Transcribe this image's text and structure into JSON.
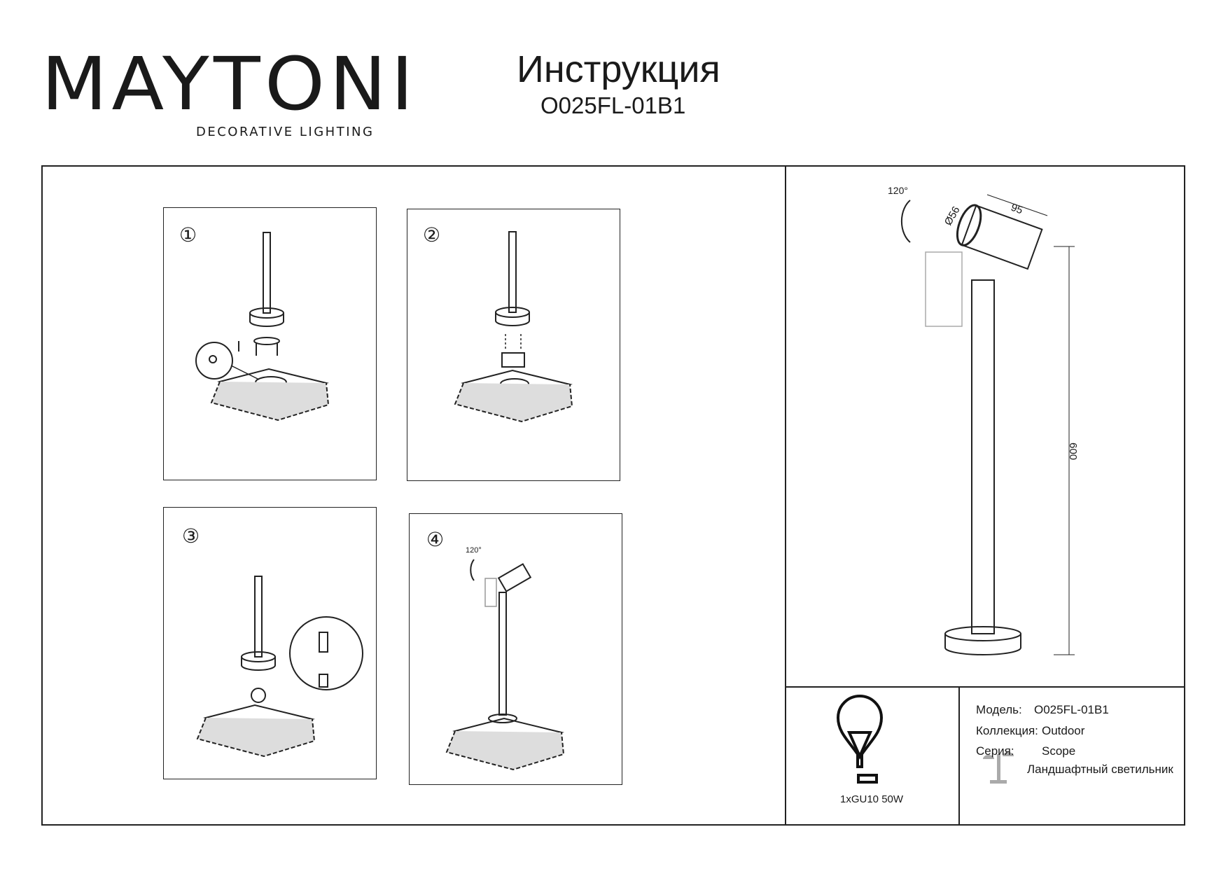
{
  "brand": {
    "name": "MAYTONI",
    "tagline": "DECORATIVE LIGHTING",
    "accent": "#4a1248"
  },
  "header": {
    "title": "Инструкция",
    "model": "O025FL-01B1"
  },
  "steps": [
    {
      "number": "①"
    },
    {
      "number": "②"
    },
    {
      "number": "③"
    },
    {
      "number": "④"
    }
  ],
  "step4": {
    "angle": "120°"
  },
  "dimensions": {
    "angle": "120°",
    "diameter": "Ø56",
    "length": "95",
    "height": "600"
  },
  "bulb": {
    "label": "1xGU10 50W"
  },
  "specs": {
    "model_label": "Модель:",
    "model_value": "O025FL-01B1",
    "collection_label": "Коллекция:",
    "collection_value": "Outdoor",
    "series_label": "Серия:",
    "series_value": "Scope",
    "type_value": "Ландшафтный светильник"
  }
}
